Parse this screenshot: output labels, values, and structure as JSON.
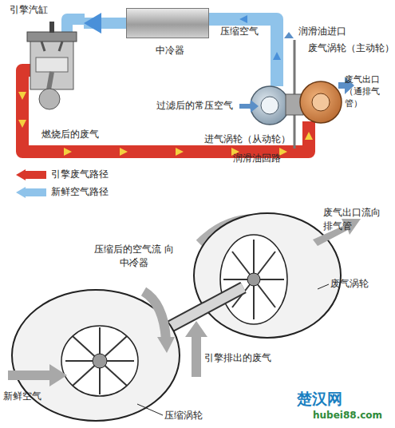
{
  "diagram": {
    "nodes": [
      {
        "text": [
          "引擎汽缸"
        ]
      },
      {
        "text": [
          "中冷器"
        ]
      }
    ],
    "edges": [
      {
        "from": 1,
        "to": 0,
        "arrow": "to"
      }
    ],
    "labels": [
      "压缩空气",
      "润滑油进口",
      "废气涡轮（主动轮）",
      "过滤后的常压空气",
      "废气出口 （通排气管）",
      "进气涡轮（从动轮）",
      "润滑油回路",
      "燃烧后的废气",
      "废气出口流向 排气管",
      "压缩后的空气流 向中冷器",
      "废气涡轮",
      "引擎排出的废气",
      "新鲜空气",
      "压缩涡轮",
      "楚汉网",
      "hubei88.com"
    ],
    "legend": [
      {
        "text": "引擎废气路径",
        "color": "#d9382b"
      },
      {
        "text": "新鲜空气路径",
        "color": "#8fc3ea"
      }
    ]
  }
}
